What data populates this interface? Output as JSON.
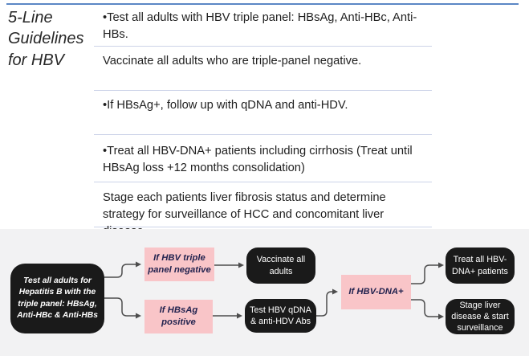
{
  "slide": {
    "title": "5-Line Guidelines for HBV"
  },
  "guidelines": {
    "items": [
      "•Test all adults with HBV triple panel: HBsAg, Anti-HBc, Anti-HBs.",
      "Vaccinate all adults who are triple-panel negative.",
      "•If HBsAg+, follow up with qDNA and anti-HDV.",
      "•Treat all HBV-DNA+ patients including cirrhosis (Treat until HBsAg loss +12 months consolidation)",
      "Stage each patients liver fibrosis status and determine strategy for surveillance of HCC and concomitant liver disease."
    ]
  },
  "flowchart": {
    "nodes": {
      "start": "Test all adults for Hepatitis B with the triple panel: HBsAg, Anti-HBc & Anti-HBs",
      "if_triple_negative": "If HBV triple panel negative",
      "vaccinate": "Vaccinate all adults",
      "if_hbsag_positive": "If HBsAg positive",
      "test_qdna": "Test HBV qDNA & anti-HDV Abs",
      "if_hbv_dna_positive": "If HBV-DNA+",
      "treat": "Treat all HBV-DNA+ patients",
      "stage": "Stage liver disease & start surveillance"
    }
  },
  "colors": {
    "accent_line": "#5b87c5",
    "divider_line": "#ccd3e8",
    "panel_background": "#f2f2f3",
    "condition_box": "#f9c5c8",
    "condition_text": "#23234f",
    "action_box": "#1a1a1a",
    "action_text": "#ffffff"
  }
}
